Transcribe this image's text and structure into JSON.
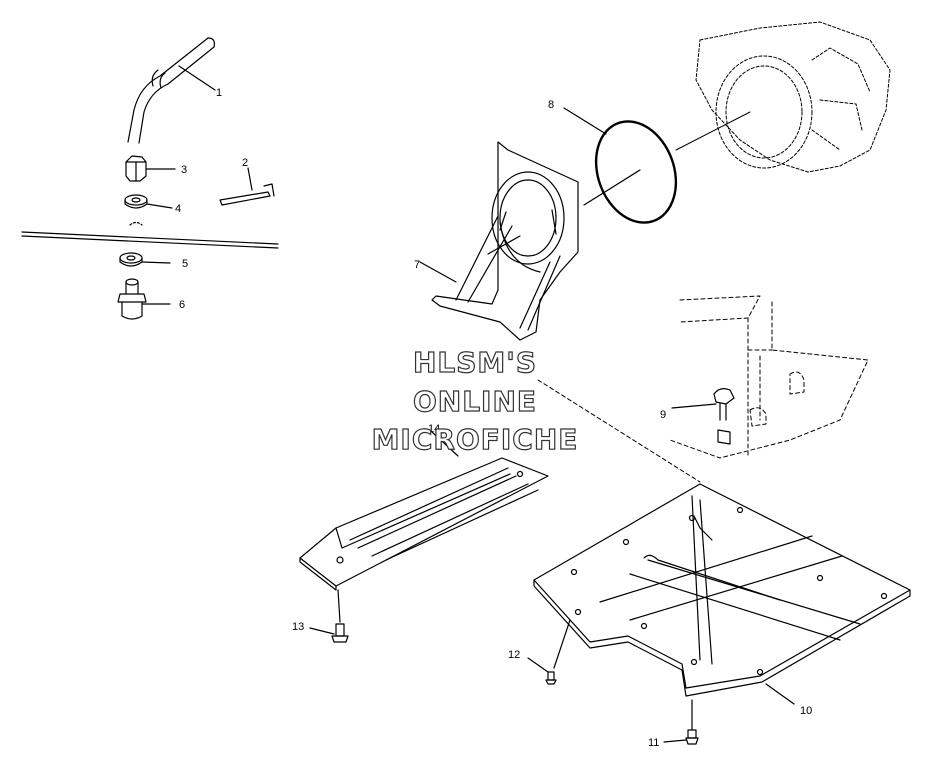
{
  "callouts": [
    "1",
    "2",
    "3",
    "4",
    "5",
    "6",
    "7",
    "8",
    "9",
    "10",
    "11",
    "12",
    "13",
    "14"
  ],
  "watermark": {
    "line1": "HLSM'S",
    "line2": "ONLINE",
    "line3": "MICROFICHE"
  }
}
